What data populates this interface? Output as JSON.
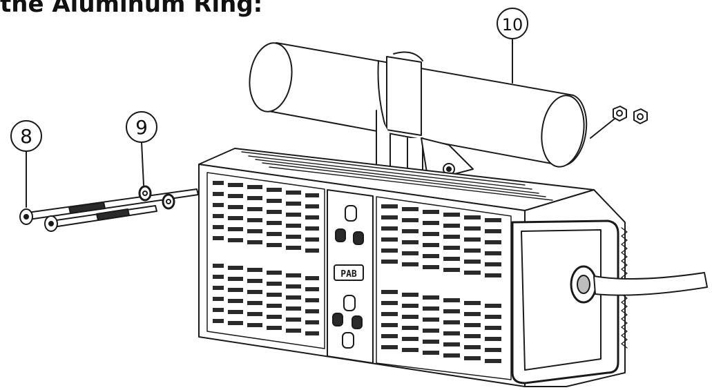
{
  "title": "the Aluminum Ring:",
  "callouts": [
    {
      "id": "8",
      "label": "8"
    },
    {
      "id": "9",
      "label": "9"
    },
    {
      "id": "10",
      "label": "10"
    }
  ],
  "device": {
    "badge": "PAB"
  },
  "colors": {
    "line": "#1a1a1a",
    "fill": "#ffffff",
    "shade": "#bdbdbd",
    "dark": "#2a2a2a"
  }
}
